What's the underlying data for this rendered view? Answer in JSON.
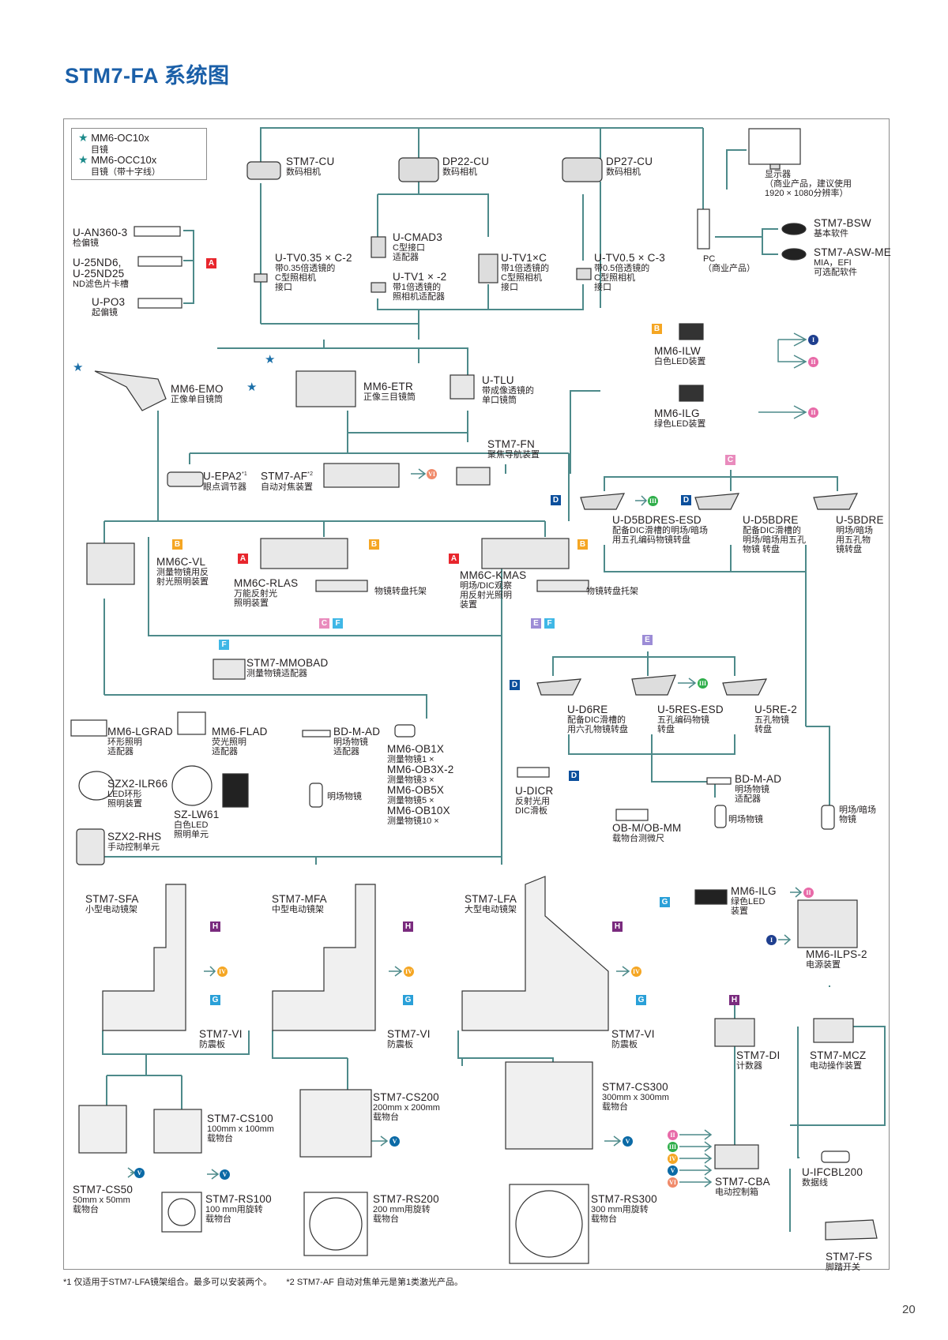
{
  "page": {
    "title": "STM7-FA 系统图",
    "number": "20"
  },
  "legend": {
    "row1_name": "MM6-OC10x",
    "row1_desc": "目镜",
    "row2_name": "MM6-OCC10x",
    "row2_desc": "目镜（带十字线）"
  },
  "colors": {
    "line": "#4d8a8a",
    "title": "#1a5fa8",
    "A": "#e8262d",
    "B": "#f5a623",
    "C": "#e98bbd",
    "D": "#0b4f9c",
    "E": "#9c8cd6",
    "F": "#3fb7e6",
    "G": "#2aa0d8",
    "H": "#7a2b7e",
    "I": "#1f3f8f",
    "II": "#e86aa8",
    "III": "#2fae4a",
    "IV": "#f5a623",
    "V": "#0b6aa6",
    "VI": "#f08a6a"
  },
  "items": {
    "cu": {
      "n": "STM7-CU",
      "d1": "数码相机"
    },
    "dp22": {
      "n": "DP22-CU",
      "d1": "数码相机"
    },
    "dp27": {
      "n": "DP27-CU",
      "d1": "数码相机"
    },
    "monitor": {
      "d1": "显示器",
      "d2": "（商业产品，建议使用",
      "d3": "1920 × 1080分辨率）"
    },
    "pc": {
      "n": "PC",
      "d1": "（商业产品）"
    },
    "bsw": {
      "n": "STM7-BSW",
      "d1": "基本软件"
    },
    "asw": {
      "n": "STM7-ASW-ME",
      "d1": "MIA，EFI",
      "d2": "可选配软件"
    },
    "an360": {
      "n": "U-AN360-3",
      "d1": "检偏镜"
    },
    "nd": {
      "n": "U-25ND6,",
      "n2": "U-25ND25",
      "d1": "ND滤色片卡槽"
    },
    "po3": {
      "n": "U-PO3",
      "d1": "起偏镜"
    },
    "cmad3": {
      "n": "U-CMAD3",
      "d1": "C型接口",
      "d2": "适配器"
    },
    "tv035": {
      "n": "U-TV0.35 × C-2",
      "d1": "带0.35倍透镜的",
      "d2": "C型照相机",
      "d3": "接口"
    },
    "tv1": {
      "n": "U-TV1 × -2",
      "d1": "带1倍透镜的",
      "d2": "照相机适配器"
    },
    "tv1c": {
      "n": "U-TV1×C",
      "d1": "带1倍透镜的",
      "d2": "C型照相机",
      "d3": "接口"
    },
    "tv05": {
      "n": "U-TV0.5 × C-3",
      "d1": "带0.5倍透镜的",
      "d2": "C型照相机",
      "d3": "接口"
    },
    "ilw": {
      "n": "MM6-ILW",
      "d1": "白色LED装置"
    },
    "ilg": {
      "n": "MM6-ILG",
      "d1": "绿色LED装置"
    },
    "emo": {
      "n": "MM6-EMO",
      "d1": "正像单目镜筒"
    },
    "etr": {
      "n": "MM6-ETR",
      "d1": "正像三目镜筒"
    },
    "tlu": {
      "n": "U-TLU",
      "d1": "带成像透镜的",
      "d2": "单口镜筒"
    },
    "fn": {
      "n": "STM7-FN",
      "d1": "聚焦导航装置"
    },
    "epa2": {
      "n": "U-EPA2",
      "sup": "*1",
      "d1": "眼点调节器"
    },
    "af": {
      "n": "STM7-AF",
      "sup": "*2",
      "d1": "自动对焦装置"
    },
    "d5esd": {
      "n": "U-D5BDRES-ESD",
      "d1": "配备DIC滑槽的明场/暗场",
      "d2": "用五孔编码物镜转盘"
    },
    "d5": {
      "n": "U-D5BDRE",
      "d1": "配备DIC滑槽的",
      "d2": "明场/暗场用五孔",
      "d3": "物镜 转盘"
    },
    "u5bdre": {
      "n": "U-5BDRE",
      "d1": "明场/暗场",
      "d2": "用五孔物",
      "d3": "镜转盘"
    },
    "vl": {
      "n": "MM6C-VL",
      "d1": "测量物镜用反",
      "d2": "射光照明装置"
    },
    "rlas": {
      "n": "MM6C-RLAS",
      "d1": "万能反射光",
      "d2": "照明装置"
    },
    "holder1": {
      "d1": "物镜转盘托架"
    },
    "kmas": {
      "n": "MM6C-KMAS",
      "d1": "明场/DIC观察",
      "d2": "用反射光照明",
      "d3": "装置"
    },
    "holder2": {
      "d1": "物镜转盘托架"
    },
    "mmobad": {
      "n": "STM7-MMOBAD",
      "d1": "测量物镜适配器"
    },
    "d6re": {
      "n": "U-D6RE",
      "d1": "配备DIC滑槽的",
      "d2": "用六孔物镜转盘"
    },
    "u5resesd": {
      "n": "U-5RES-ESD",
      "d1": "五孔编码物镜",
      "d2": "转盘"
    },
    "u5re2": {
      "n": "U-5RE-2",
      "d1": "五孔物镜",
      "d2": "转盘"
    },
    "lgrad": {
      "n": "MM6-LGRAD",
      "d1": "环形照明",
      "d2": "适配器"
    },
    "flad": {
      "n": "MM6-FLAD",
      "d1": "荧光照明",
      "d2": "适配器"
    },
    "bdmad1": {
      "n": "BD-M-AD",
      "d1": "明场物镜",
      "d2": "适配器"
    },
    "ob": {
      "n1": "MM6-OB1X",
      "d1": "测量物镜1 ×",
      "n2": "MM6-OB3X-2",
      "d2": "测量物镜3 ×",
      "n3": "MM6-OB5X",
      "d3": "测量物镜5 ×",
      "n4": "MM6-OB10X",
      "d4": "测量物镜10 ×"
    },
    "bfobj1": {
      "d1": "明场物镜"
    },
    "ilr66": {
      "n": "SZX2-ILR66",
      "d1": "LED环形",
      "d2": "照明装置"
    },
    "lw61": {
      "n": "SZ-LW61",
      "d1": "白色LED",
      "d2": "照明单元"
    },
    "rhs": {
      "n": "SZX2-RHS",
      "d1": "手动控制单元"
    },
    "dicr": {
      "n": "U-DICR",
      "d1": "反射光用",
      "d2": "DIC滑板"
    },
    "obm": {
      "n": "OB-M/OB-MM",
      "d1": "载物台测微尺"
    },
    "bdmad2": {
      "n": "BD-M-AD",
      "d1": "明场物镜",
      "d2": "适配器"
    },
    "bfobj2": {
      "d1": "明场物镜"
    },
    "bdobj": {
      "d1": "明场/暗场",
      "d2": "物镜"
    },
    "sfa": {
      "n": "STM7-SFA",
      "d1": "小型电动镜架"
    },
    "mfa": {
      "n": "STM7-MFA",
      "d1": "中型电动镜架"
    },
    "lfa": {
      "n": "STM7-LFA",
      "d1": "大型电动镜架"
    },
    "ilg2": {
      "n": "MM6-ILG",
      "d1": "绿色LED",
      "d2": "装置"
    },
    "ilps": {
      "n": "MM6-ILPS-2",
      "d1": "电源装置"
    },
    "vi1": {
      "n": "STM7-VI",
      "d1": "防震板"
    },
    "vi2": {
      "n": "STM7-VI",
      "d1": "防震板"
    },
    "vi3": {
      "n": "STM7-VI",
      "d1": "防震板"
    },
    "di": {
      "n": "STM7-DI",
      "d1": "计数器"
    },
    "mcz": {
      "n": "STM7-MCZ",
      "d1": "电动操作装置"
    },
    "cs100": {
      "n": "STM7-CS100",
      "d1": "100mm x 100mm",
      "d2": "载物台"
    },
    "cs200": {
      "n": "STM7-CS200",
      "d1": "200mm x 200mm",
      "d2": "载物台"
    },
    "cs300": {
      "n": "STM7-CS300",
      "d1": "300mm x 300mm",
      "d2": "载物台"
    },
    "cs50": {
      "n": "STM7-CS50",
      "d1": "50mm x 50mm",
      "d2": "载物台"
    },
    "rs100": {
      "n": "STM7-RS100",
      "d1": "100 mm用旋转",
      "d2": "载物台"
    },
    "rs200": {
      "n": "STM7-RS200",
      "d1": "200 mm用旋转",
      "d2": "载物台"
    },
    "rs300": {
      "n": "STM7-RS300",
      "d1": "300 mm用旋转",
      "d2": "载物台"
    },
    "cba": {
      "n": "STM7-CBA",
      "d1": "电动控制箱"
    },
    "ifcbl": {
      "n": "U-IFCBL200",
      "d1": "数据线"
    },
    "fs": {
      "n": "STM7-FS",
      "d1": "脚踏开关"
    }
  },
  "footnotes": {
    "f1": "*1 仅适用于STM7-LFA镜架组合。最多可以安装两个。",
    "f2": "*2 STM7-AF 自动对焦单元是第1类激光产品。"
  }
}
